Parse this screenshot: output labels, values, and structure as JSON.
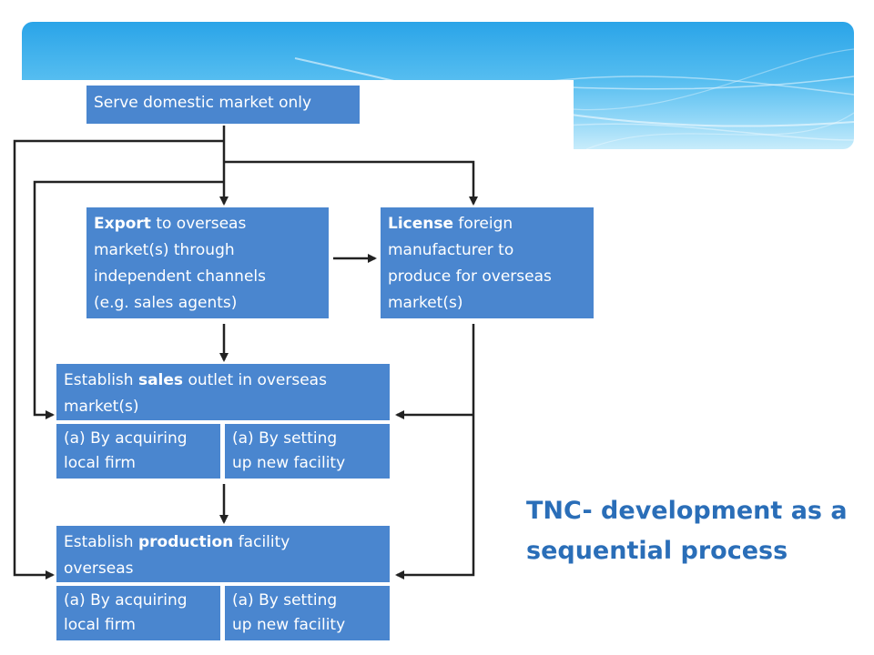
{
  "slide": {
    "title_line1": "TNC- development as a",
    "title_line2": "sequential process"
  },
  "diagram": {
    "domestic": "Serve domestic market only",
    "export": {
      "bold": "Export",
      "line1_rest": " to overseas",
      "line2": "market(s) through",
      "line3": "independent channels",
      "line4": "(e.g. sales agents)"
    },
    "license": {
      "bold": "License",
      "line1_rest": " foreign",
      "line2": "manufacturer to",
      "line3": "produce for overseas",
      "line4": "market(s)"
    },
    "sales": {
      "pre": "Establish ",
      "bold": "sales",
      "post": " outlet in overseas",
      "line2": "market(s)",
      "opt_a_line1": "(a) By acquiring",
      "opt_a_line2": "local firm",
      "opt_b_line1": "(a) By setting",
      "opt_b_line2": "up new facility"
    },
    "production": {
      "pre": "Establish ",
      "bold": "production",
      "post": " facility",
      "line2": "overseas",
      "opt_a_line1": "(a) By acquiring",
      "opt_a_line2": "local firm",
      "opt_b_line1": "(a) By setting",
      "opt_b_line2": "up new facility"
    }
  },
  "colors": {
    "box": "#4a86cf",
    "title": "#2a6eb8",
    "banner": "#2aa4e8"
  }
}
